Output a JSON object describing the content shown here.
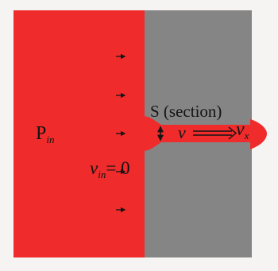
{
  "colors": {
    "background": "#f6f4f2",
    "fluid_red": "#ef2b2b",
    "wall_gray": "#858585",
    "ink": "#141414"
  },
  "icons": [
    "arrow-right-icon",
    "double-arrow-icon",
    "velocity-arrow-icon"
  ],
  "labels": {
    "p_in_main": "P",
    "p_in_sub": "in",
    "v_in_main": "v",
    "v_in_sub": "in",
    "v_in_value": "= 0",
    "section": "S (section)",
    "v": "v",
    "v_x_main": "v",
    "v_x_sub": "x"
  }
}
